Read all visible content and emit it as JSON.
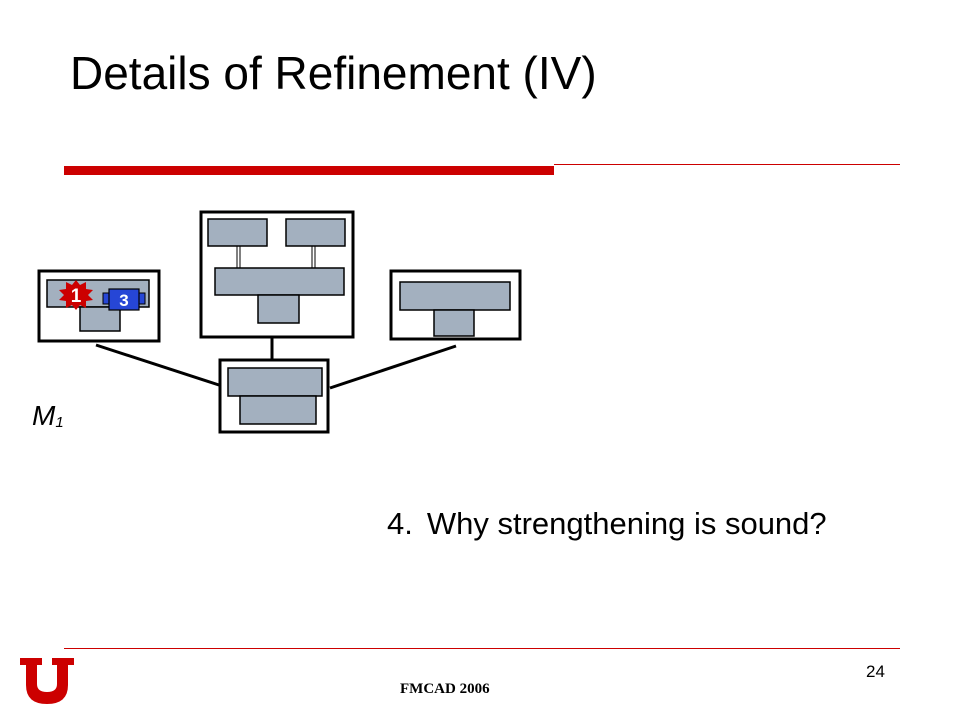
{
  "slide": {
    "title": "Details of Refinement (IV)",
    "page_number": "24",
    "footer": "FMCAD 2006"
  },
  "diagram": {
    "model_label": "M",
    "model_subscript": "1",
    "star_badge": "1",
    "blue_badge": "3",
    "colors": {
      "box_fill": "#a3b0bf",
      "badge_red": "#cc0000",
      "badge_blue": "#2646d6",
      "accent_red": "#cc0000"
    }
  },
  "question": {
    "number": "4.",
    "text": "Why strengthening is sound?"
  },
  "logo": {
    "icon": "university-of-utah-u-logo-icon",
    "color": "#cc0000"
  }
}
